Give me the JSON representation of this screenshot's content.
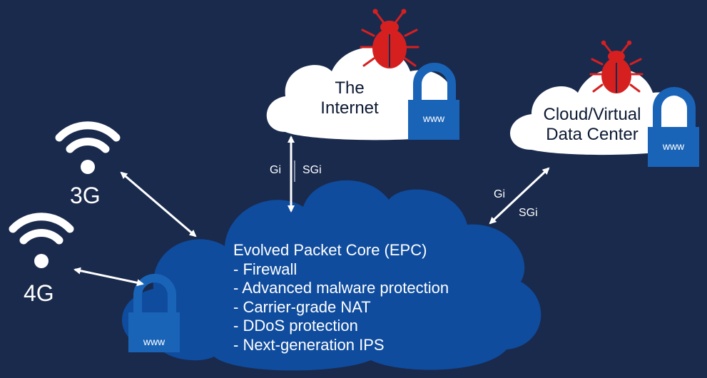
{
  "clouds": {
    "internet": {
      "line1": "The",
      "line2": "Internet"
    },
    "datacenter": {
      "line1": "Cloud/Virtual",
      "line2": "Data Center"
    },
    "epc": {
      "title": "Evolved Packet Core (EPC)",
      "features": [
        "- Firewall",
        "- Advanced malware protection",
        "- Carrier-grade NAT",
        "- DDoS protection",
        "- Next-generation IPS"
      ]
    }
  },
  "networks": {
    "g3": "3G",
    "g4": "4G"
  },
  "links": {
    "internet_gi": "Gi",
    "internet_sgi": "SGi",
    "datacenter_gi": "Gi",
    "datacenter_sgi": "SGi"
  },
  "locks": {
    "internet": "www",
    "datacenter": "www",
    "epc": "www"
  },
  "colors": {
    "background": "#1a2a4d",
    "epc_cloud": "#0f4c9e",
    "white_cloud": "#ffffff",
    "lock": "#1a64b8",
    "bug": "#d62020"
  }
}
